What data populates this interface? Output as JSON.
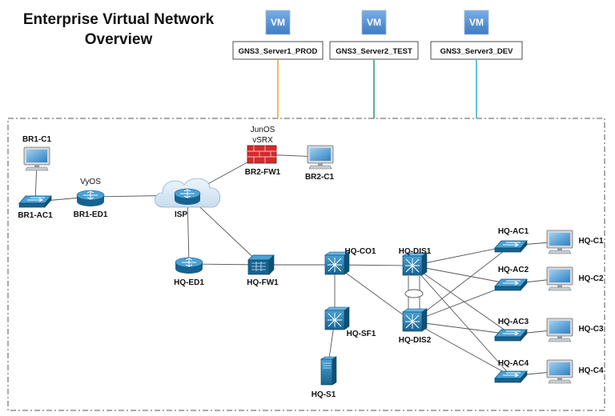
{
  "title": {
    "line1": "Enterprise Virtual Network",
    "line2": "Overview"
  },
  "servers": [
    {
      "vm": "VM",
      "name": "GNS3_Server1_PROD",
      "color": "#f0a830"
    },
    {
      "vm": "VM",
      "name": "GNS3_Server2_TEST",
      "color": "#2aa27a"
    },
    {
      "vm": "VM",
      "name": "GNS3_Server3_DEV",
      "color": "#35b8c8"
    }
  ],
  "nodes": {
    "br1_c1": {
      "label": "BR1-C1",
      "icon": "pc-icon"
    },
    "br1_ac1": {
      "label": "BR1-AC1",
      "icon": "switch-icon"
    },
    "br1_ed1": {
      "label": "BR1-ED1",
      "sublabel": "VyOS",
      "icon": "router-icon"
    },
    "isp": {
      "label": "ISP",
      "icon": "cloud-router-icon"
    },
    "br2_fw1": {
      "label": "BR2-FW1",
      "sublabel1": "JunOS",
      "sublabel2": "vSRX",
      "icon": "firewall-icon"
    },
    "br2_c1": {
      "label": "BR2-C1",
      "icon": "pc-icon"
    },
    "hq_ed1": {
      "label": "HQ-ED1",
      "icon": "router-icon"
    },
    "hq_fw1": {
      "label": "HQ-FW1",
      "icon": "asa-firewall-icon"
    },
    "hq_co1": {
      "label": "HQ-CO1",
      "icon": "l3-switch-icon"
    },
    "hq_sf1": {
      "label": "HQ-SF1",
      "icon": "l3-switch-icon"
    },
    "hq_s1": {
      "label": "HQ-S1",
      "icon": "server-icon"
    },
    "hq_dis1": {
      "label": "HQ-DIS1",
      "icon": "l3-switch-icon"
    },
    "hq_dis2": {
      "label": "HQ-DIS2",
      "icon": "l3-switch-icon"
    },
    "hq_ac1": {
      "label": "HQ-AC1",
      "icon": "switch-icon"
    },
    "hq_ac2": {
      "label": "HQ-AC2",
      "icon": "switch-icon"
    },
    "hq_ac3": {
      "label": "HQ-AC3",
      "icon": "switch-icon"
    },
    "hq_ac4": {
      "label": "HQ-AC4",
      "icon": "switch-icon"
    },
    "hq_c1": {
      "label": "HQ-C1",
      "icon": "pc-icon"
    },
    "hq_c2": {
      "label": "HQ-C2",
      "icon": "pc-icon"
    },
    "hq_c3": {
      "label": "HQ-C3",
      "icon": "pc-icon"
    },
    "hq_c4": {
      "label": "HQ-C4",
      "icon": "pc-icon"
    }
  },
  "links": [
    [
      "br1_c1",
      "br1_ac1"
    ],
    [
      "br1_ac1",
      "br1_ed1"
    ],
    [
      "br1_ed1",
      "isp"
    ],
    [
      "isp",
      "br2_fw1"
    ],
    [
      "br2_fw1",
      "br2_c1"
    ],
    [
      "isp",
      "hq_ed1"
    ],
    [
      "isp",
      "hq_fw1"
    ],
    [
      "hq_ed1",
      "hq_fw1"
    ],
    [
      "hq_fw1",
      "hq_co1"
    ],
    [
      "hq_co1",
      "hq_sf1"
    ],
    [
      "hq_sf1",
      "hq_s1"
    ],
    [
      "hq_co1",
      "hq_dis1"
    ],
    [
      "hq_co1",
      "hq_dis2"
    ],
    [
      "hq_dis1",
      "hq_ac1"
    ],
    [
      "hq_dis1",
      "hq_ac2"
    ],
    [
      "hq_dis1",
      "hq_ac3"
    ],
    [
      "hq_dis1",
      "hq_ac4"
    ],
    [
      "hq_dis2",
      "hq_ac1"
    ],
    [
      "hq_dis2",
      "hq_ac2"
    ],
    [
      "hq_dis2",
      "hq_ac3"
    ],
    [
      "hq_dis2",
      "hq_ac4"
    ],
    [
      "hq_ac1",
      "hq_c1"
    ],
    [
      "hq_ac2",
      "hq_c2"
    ],
    [
      "hq_ac3",
      "hq_c3"
    ],
    [
      "hq_ac4",
      "hq_c4"
    ]
  ],
  "colors": {
    "device_blue": "#1f6e9c",
    "firewall_red": "#d42a2a",
    "cloud_blue": "#5aa0d8"
  }
}
